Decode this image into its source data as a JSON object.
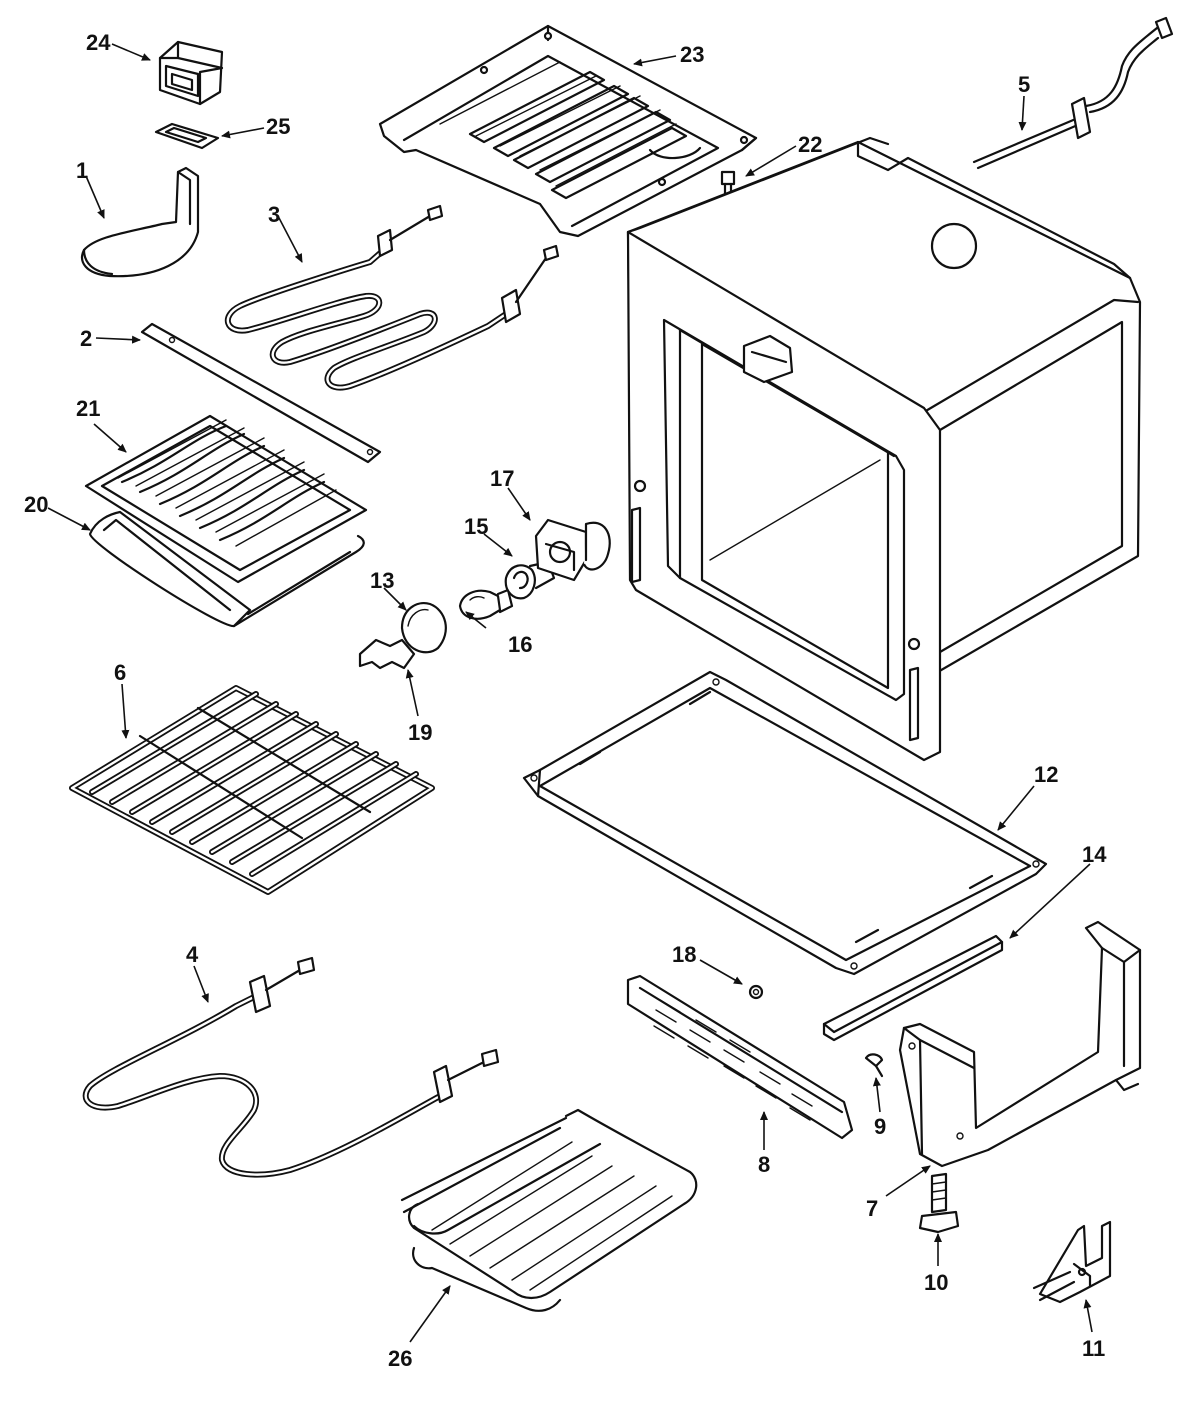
{
  "diagram": {
    "type": "exploded parts diagram",
    "callouts": [
      "1",
      "2",
      "3",
      "4",
      "5",
      "6",
      "7",
      "8",
      "9",
      "10",
      "11",
      "12",
      "13",
      "14",
      "15",
      "16",
      "17",
      "18",
      "19",
      "20",
      "21",
      "22",
      "23",
      "24",
      "25",
      "26"
    ]
  }
}
